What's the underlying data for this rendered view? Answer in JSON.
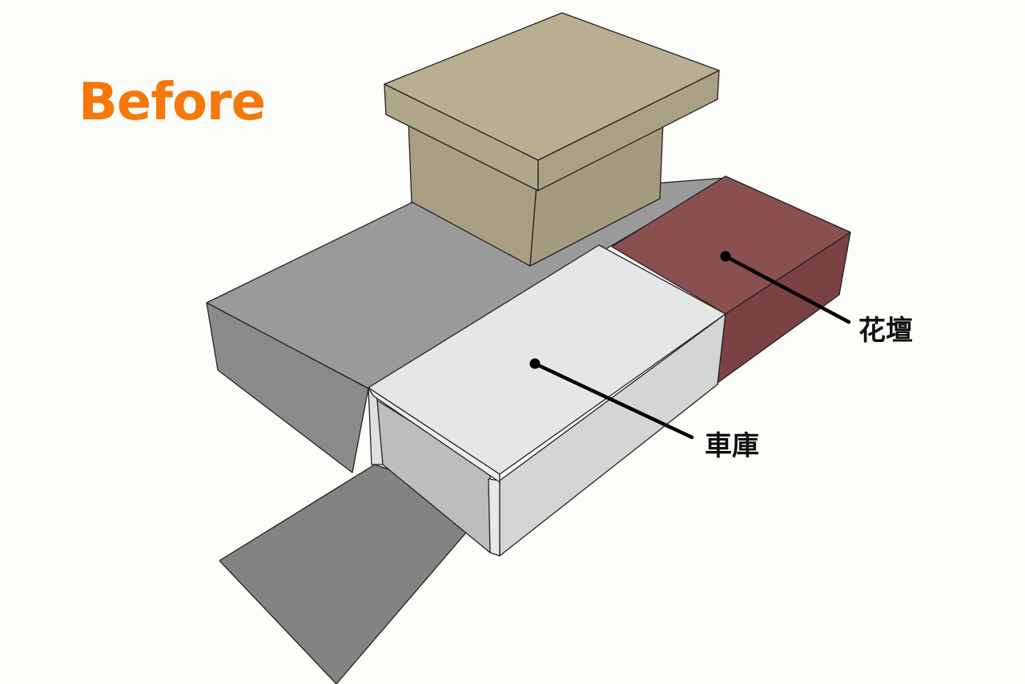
{
  "title": "Before",
  "labels": {
    "flower_bed": "花壇",
    "garage": "車庫"
  },
  "colors": {
    "title": "#f5780a",
    "background": "#fcfcf9",
    "house_roof": "#b8ae92",
    "house_wall": "#a89e84",
    "base_top": "#9a9a9a",
    "base_side": "#8a8a8a",
    "flower_bed_top": "#8a5050",
    "flower_bed_side": "#7a4242",
    "garage_top": "#e6e6e6",
    "garage_side": "#d5d5d5",
    "driveway": "#8a8787"
  }
}
